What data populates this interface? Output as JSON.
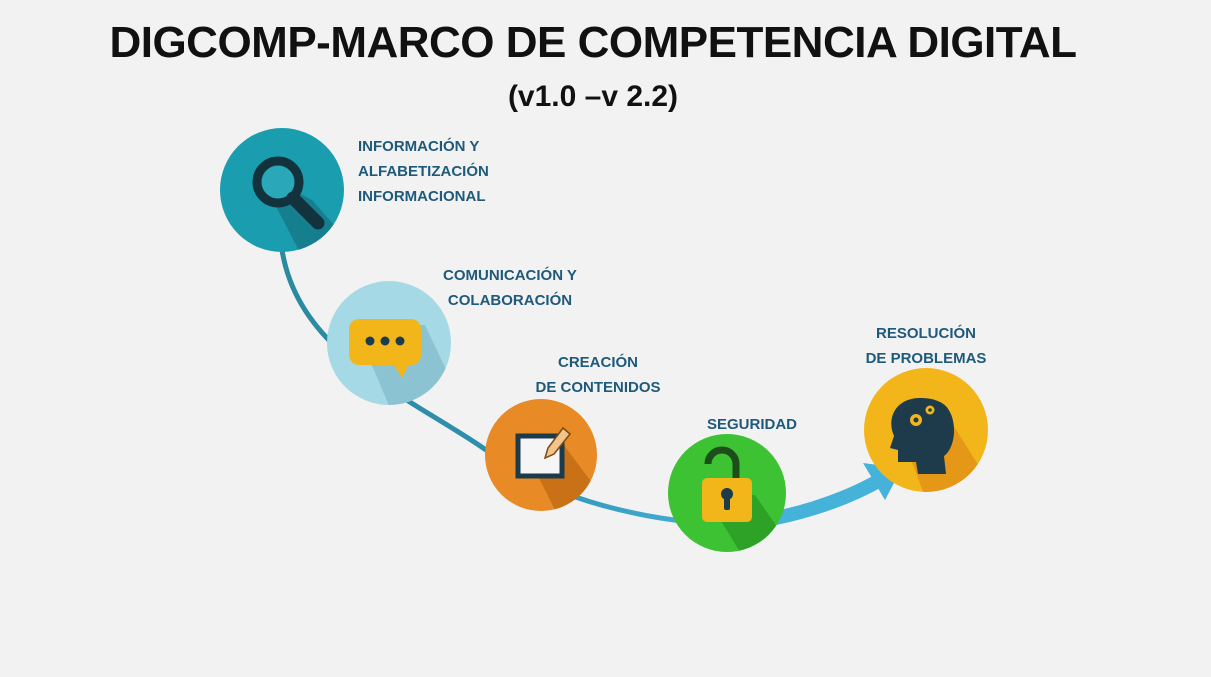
{
  "title": "DIGCOMP-MARCO DE COMPETENCIA DIGITAL",
  "subtitle": "(v1.0 –v 2.2)",
  "areas": [
    {
      "lines": [
        "INFORMACIÓN Y",
        "ALFABETIZACIÓN",
        "INFORMACIONAL"
      ],
      "icon": "magnifier-icon",
      "color": "#1b9db0"
    },
    {
      "lines": [
        "COMUNICACIÓN Y",
        "COLABORACIÓN"
      ],
      "icon": "chat-bubble-icon",
      "color": "#a6d9e6"
    },
    {
      "lines": [
        "CREACIÓN",
        "DE CONTENIDOS"
      ],
      "icon": "edit-note-icon",
      "color": "#e88a25"
    },
    {
      "lines": [
        "SEGURIDAD"
      ],
      "icon": "padlock-icon",
      "color": "#3cc232"
    },
    {
      "lines": [
        "RESOLUCIÓN",
        "DE PROBLEMAS"
      ],
      "icon": "head-gears-icon",
      "color": "#f2b61a"
    }
  ]
}
